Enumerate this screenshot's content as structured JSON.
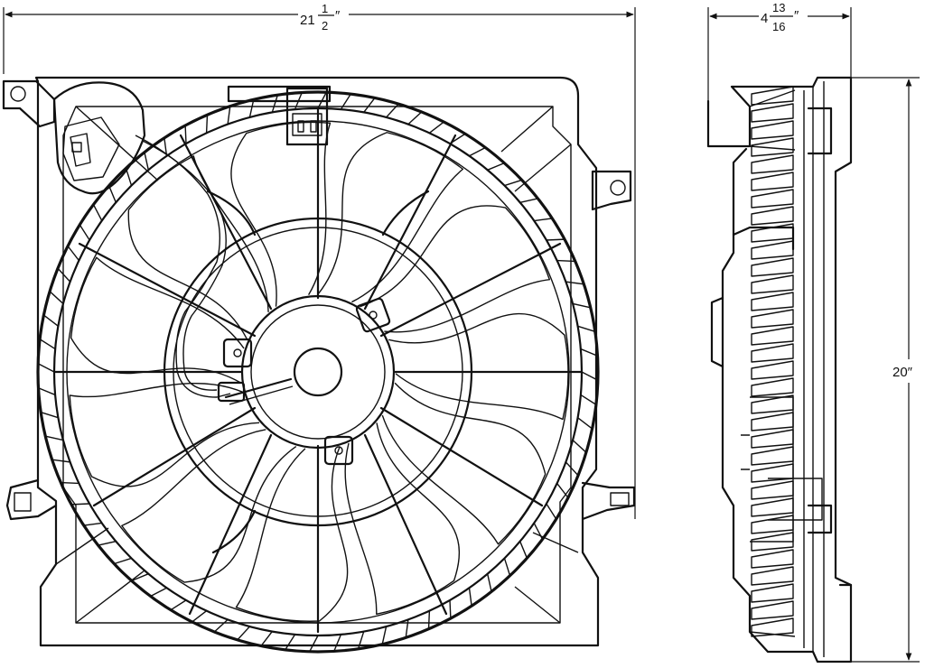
{
  "dimensions": {
    "width": {
      "whole": "21",
      "num": "1",
      "den": "2",
      "unit": "″"
    },
    "depth": {
      "whole": "4",
      "num": "13",
      "den": "16",
      "unit": "″"
    },
    "height": {
      "text": "20″"
    }
  },
  "blade_count": 11
}
